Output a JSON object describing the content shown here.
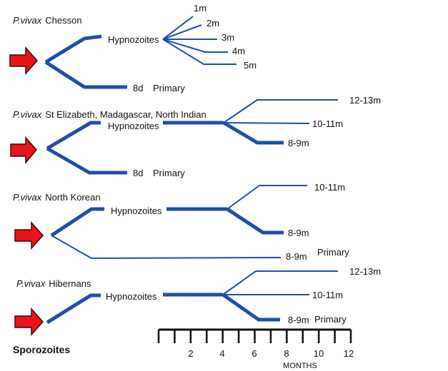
{
  "colors": {
    "branch": "#1f4fa6",
    "arrow": "#e8141a"
  },
  "sections": [
    {
      "species": "P.vivax",
      "strain": "Chesson",
      "hypno": "Hypnozoites",
      "relapses": [
        "1m",
        "2m",
        "3m",
        "4m",
        "5m"
      ],
      "primary_time": "8d",
      "primary": "Primary"
    },
    {
      "species": "P.vivax",
      "strain": "St Elizabeth, Madagascar, North Indian",
      "hypno": "Hypnozoites",
      "relapses": [
        "12-13m",
        "10-11m",
        "8-9m"
      ],
      "primary_time": "8d",
      "primary": "Primary"
    },
    {
      "species": "P.vivax",
      "strain": "North Korean",
      "hypno": "Hypnozoites",
      "relapses": [
        "10-11m",
        "8-9m"
      ],
      "primary_time": "8-9m",
      "primary": "Primary"
    },
    {
      "species": "P.vivax",
      "strain": "Hibernans",
      "hypno": "Hypnozoites",
      "relapses": [
        "12-13m",
        "10-11m",
        "8-9m"
      ],
      "primary": "Primary"
    }
  ],
  "sporozoites": "Sporozoites",
  "axis": {
    "label": "MONTHS",
    "ticks": [
      "2",
      "4",
      "6",
      "8",
      "10",
      "12"
    ]
  }
}
